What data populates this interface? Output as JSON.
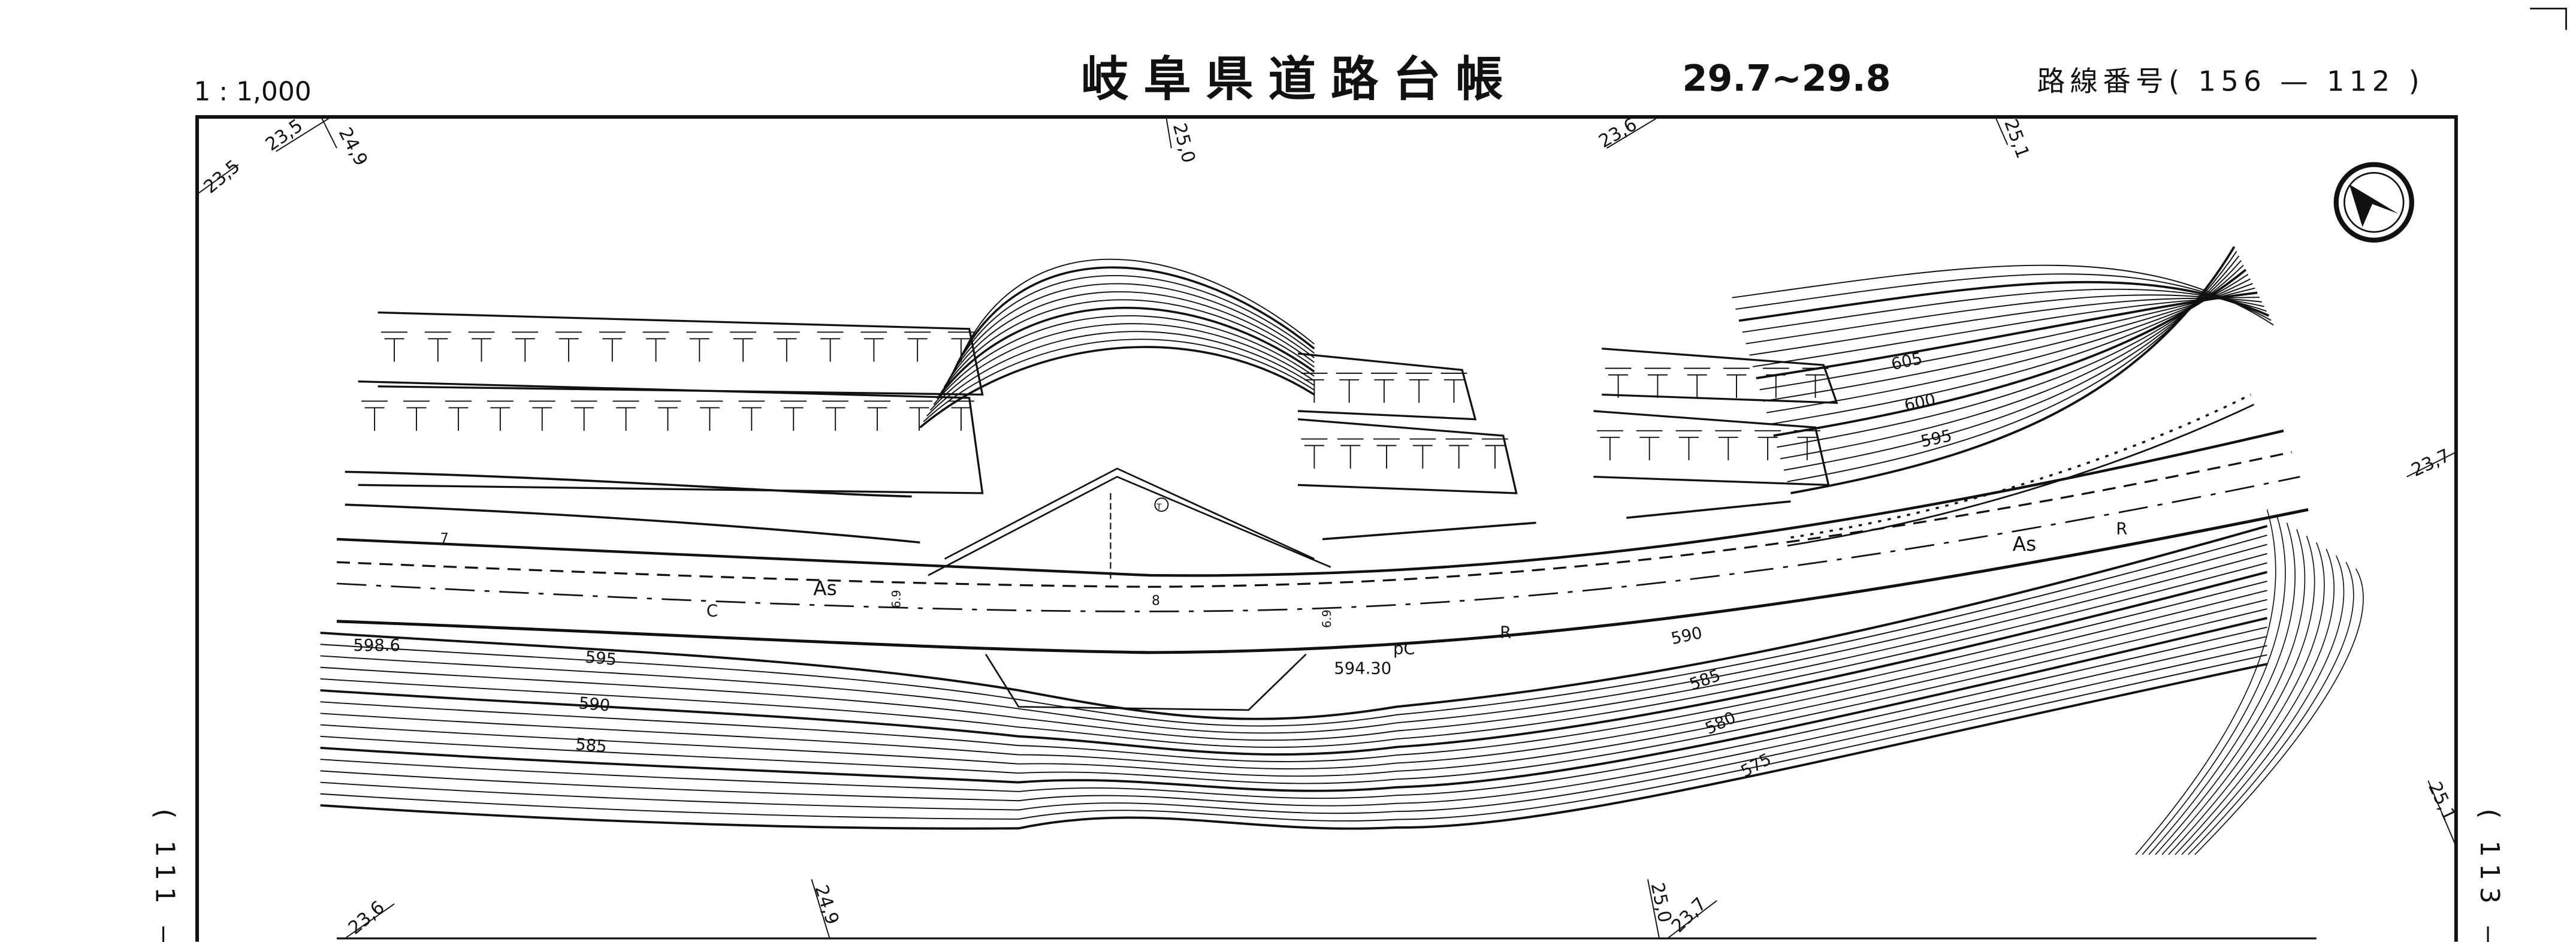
{
  "header": {
    "scale": "1 : 1,000",
    "title": "岐阜県道路台帳",
    "range": "29.7~29.8",
    "route_label": "路線番号( 156 — 112 )"
  },
  "side_labels": {
    "left": "( 111 —",
    "right": "( 113 —"
  },
  "stations": [
    "23,5",
    "23,5",
    "24,9",
    "25,0",
    "23,6",
    "25,1",
    "23,7",
    "25,1",
    "23,6",
    "24,9",
    "25,0",
    "23,7"
  ],
  "contours": [
    "605",
    "600",
    "595",
    "590",
    "585",
    "580",
    "575",
    "595",
    "590",
    "585"
  ],
  "spot_heights": [
    "598.6",
    "594.30"
  ],
  "road_labels": {
    "surface_1": "As",
    "surface_2": "As",
    "r_1": "R",
    "r_2": "R",
    "c": "C",
    "pc": "pC",
    "km_7": "7",
    "km_8": "8",
    "width_1": "6.9",
    "width_2": "6.9",
    "t_mark": "T"
  },
  "icons": {
    "north": "north-arrow-icon"
  }
}
